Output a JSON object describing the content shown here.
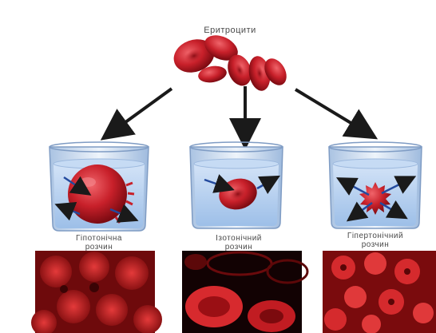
{
  "title": "Еритроцити",
  "panels": [
    {
      "label_line1": "Гіпотонічна",
      "label_line2": "розчин"
    },
    {
      "label_line1": "Ізотонічний",
      "label_line2": "розчин"
    },
    {
      "label_line1": "Гіпертонічний",
      "label_line2": "розчин"
    }
  ],
  "colors": {
    "cell": "#c8202a",
    "cell_dark": "#8f0f17",
    "liquid": "#b9d2f0",
    "glass": "#dfe9f5",
    "arrow": "#1a1a1a",
    "photo_bg": "#2a0506"
  }
}
